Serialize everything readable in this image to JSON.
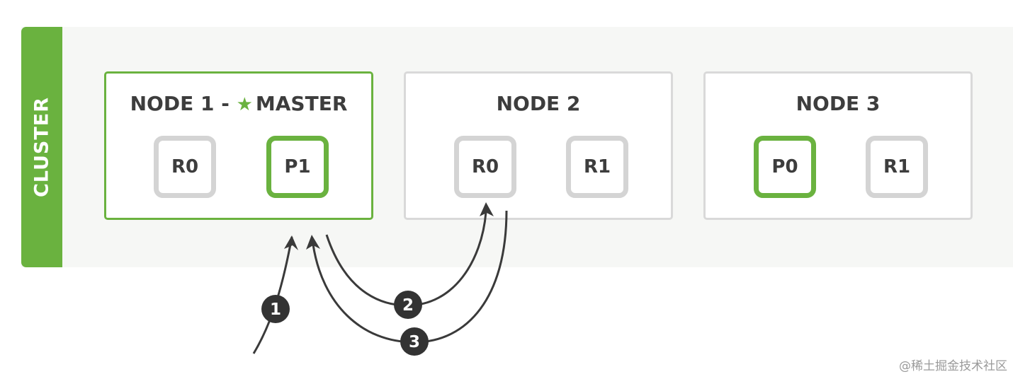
{
  "cluster": {
    "label": "CLUSTER",
    "accent_color": "#6ab23f",
    "nodes": [
      {
        "title": "NODE 1 -",
        "master_label": "MASTER",
        "master_icon": "star-icon",
        "shards": [
          {
            "label": "R0",
            "type": "replica"
          },
          {
            "label": "P1",
            "type": "primary"
          }
        ]
      },
      {
        "title": "NODE 2",
        "shards": [
          {
            "label": "R0",
            "type": "replica"
          },
          {
            "label": "R1",
            "type": "replica"
          }
        ]
      },
      {
        "title": "NODE 3",
        "shards": [
          {
            "label": "P0",
            "type": "primary"
          },
          {
            "label": "R1",
            "type": "replica"
          }
        ]
      }
    ]
  },
  "steps": [
    {
      "label": "1"
    },
    {
      "label": "2"
    },
    {
      "label": "3"
    }
  ],
  "colors": {
    "primary_border": "#6ab23f",
    "replica_border": "#d4d4d4",
    "node_border": "#d9d9d9",
    "arrow": "#3a3a3a",
    "panel_background": "#f6f7f5"
  },
  "watermark": "@稀土掘金技术社区"
}
